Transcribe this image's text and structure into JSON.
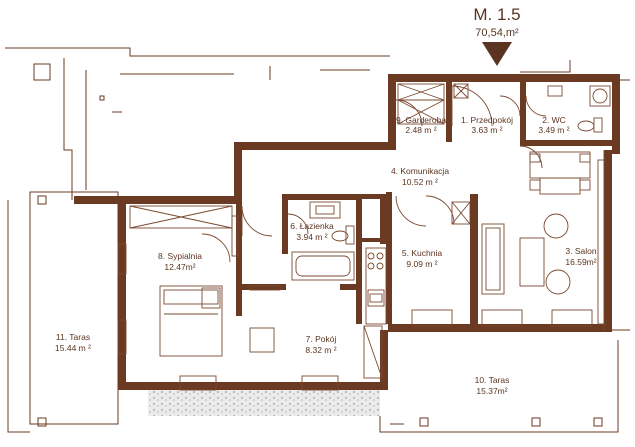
{
  "header": {
    "apartment": "M. 1.5",
    "total_area": "70,54,m²"
  },
  "rooms": [
    {
      "id": "garderoba",
      "name": "9. Garderoba",
      "area": "2.48 m ²"
    },
    {
      "id": "przedpokoj",
      "name": "1. Przedpokój",
      "area": "3.63 m ²"
    },
    {
      "id": "wc",
      "name": "2. WC",
      "area": "3.49 m ²"
    },
    {
      "id": "komunikacja",
      "name": "4. Komunikacja",
      "area": "10.52 m ²"
    },
    {
      "id": "lazienka",
      "name": "6. Łazienka",
      "area": "3.94 m ²"
    },
    {
      "id": "sypialnia",
      "name": "8. Sypialnia",
      "area": "12.47m²"
    },
    {
      "id": "kuchnia",
      "name": "5. Kuchnia",
      "area": "9.09 m ²"
    },
    {
      "id": "salon",
      "name": "3. Salon",
      "area": "16.59m²"
    },
    {
      "id": "pokoj",
      "name": "7. Pokój",
      "area": "8.32 m ²"
    },
    {
      "id": "taras11",
      "name": "11. Taras",
      "area": "15.44 m ²"
    },
    {
      "id": "taras10",
      "name": "10. Taras",
      "area": "15.37m²"
    }
  ],
  "colors": {
    "wall": "#6b3a22",
    "text": "#5a3420",
    "background": "#ffffff",
    "stone": "#cfcfcf"
  }
}
